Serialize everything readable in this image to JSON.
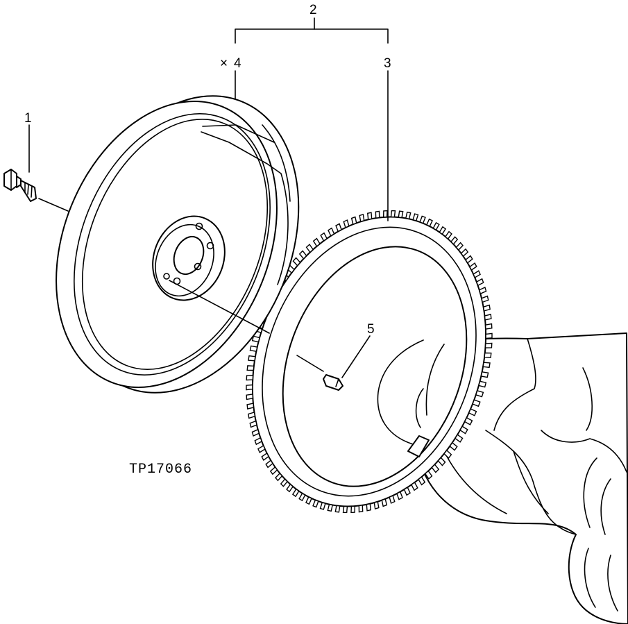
{
  "figure_id": "TP17066",
  "callouts": {
    "c1": "1",
    "c2": "2",
    "c3": "3",
    "c4": "4",
    "c5": "5"
  },
  "c4_marker": "×"
}
